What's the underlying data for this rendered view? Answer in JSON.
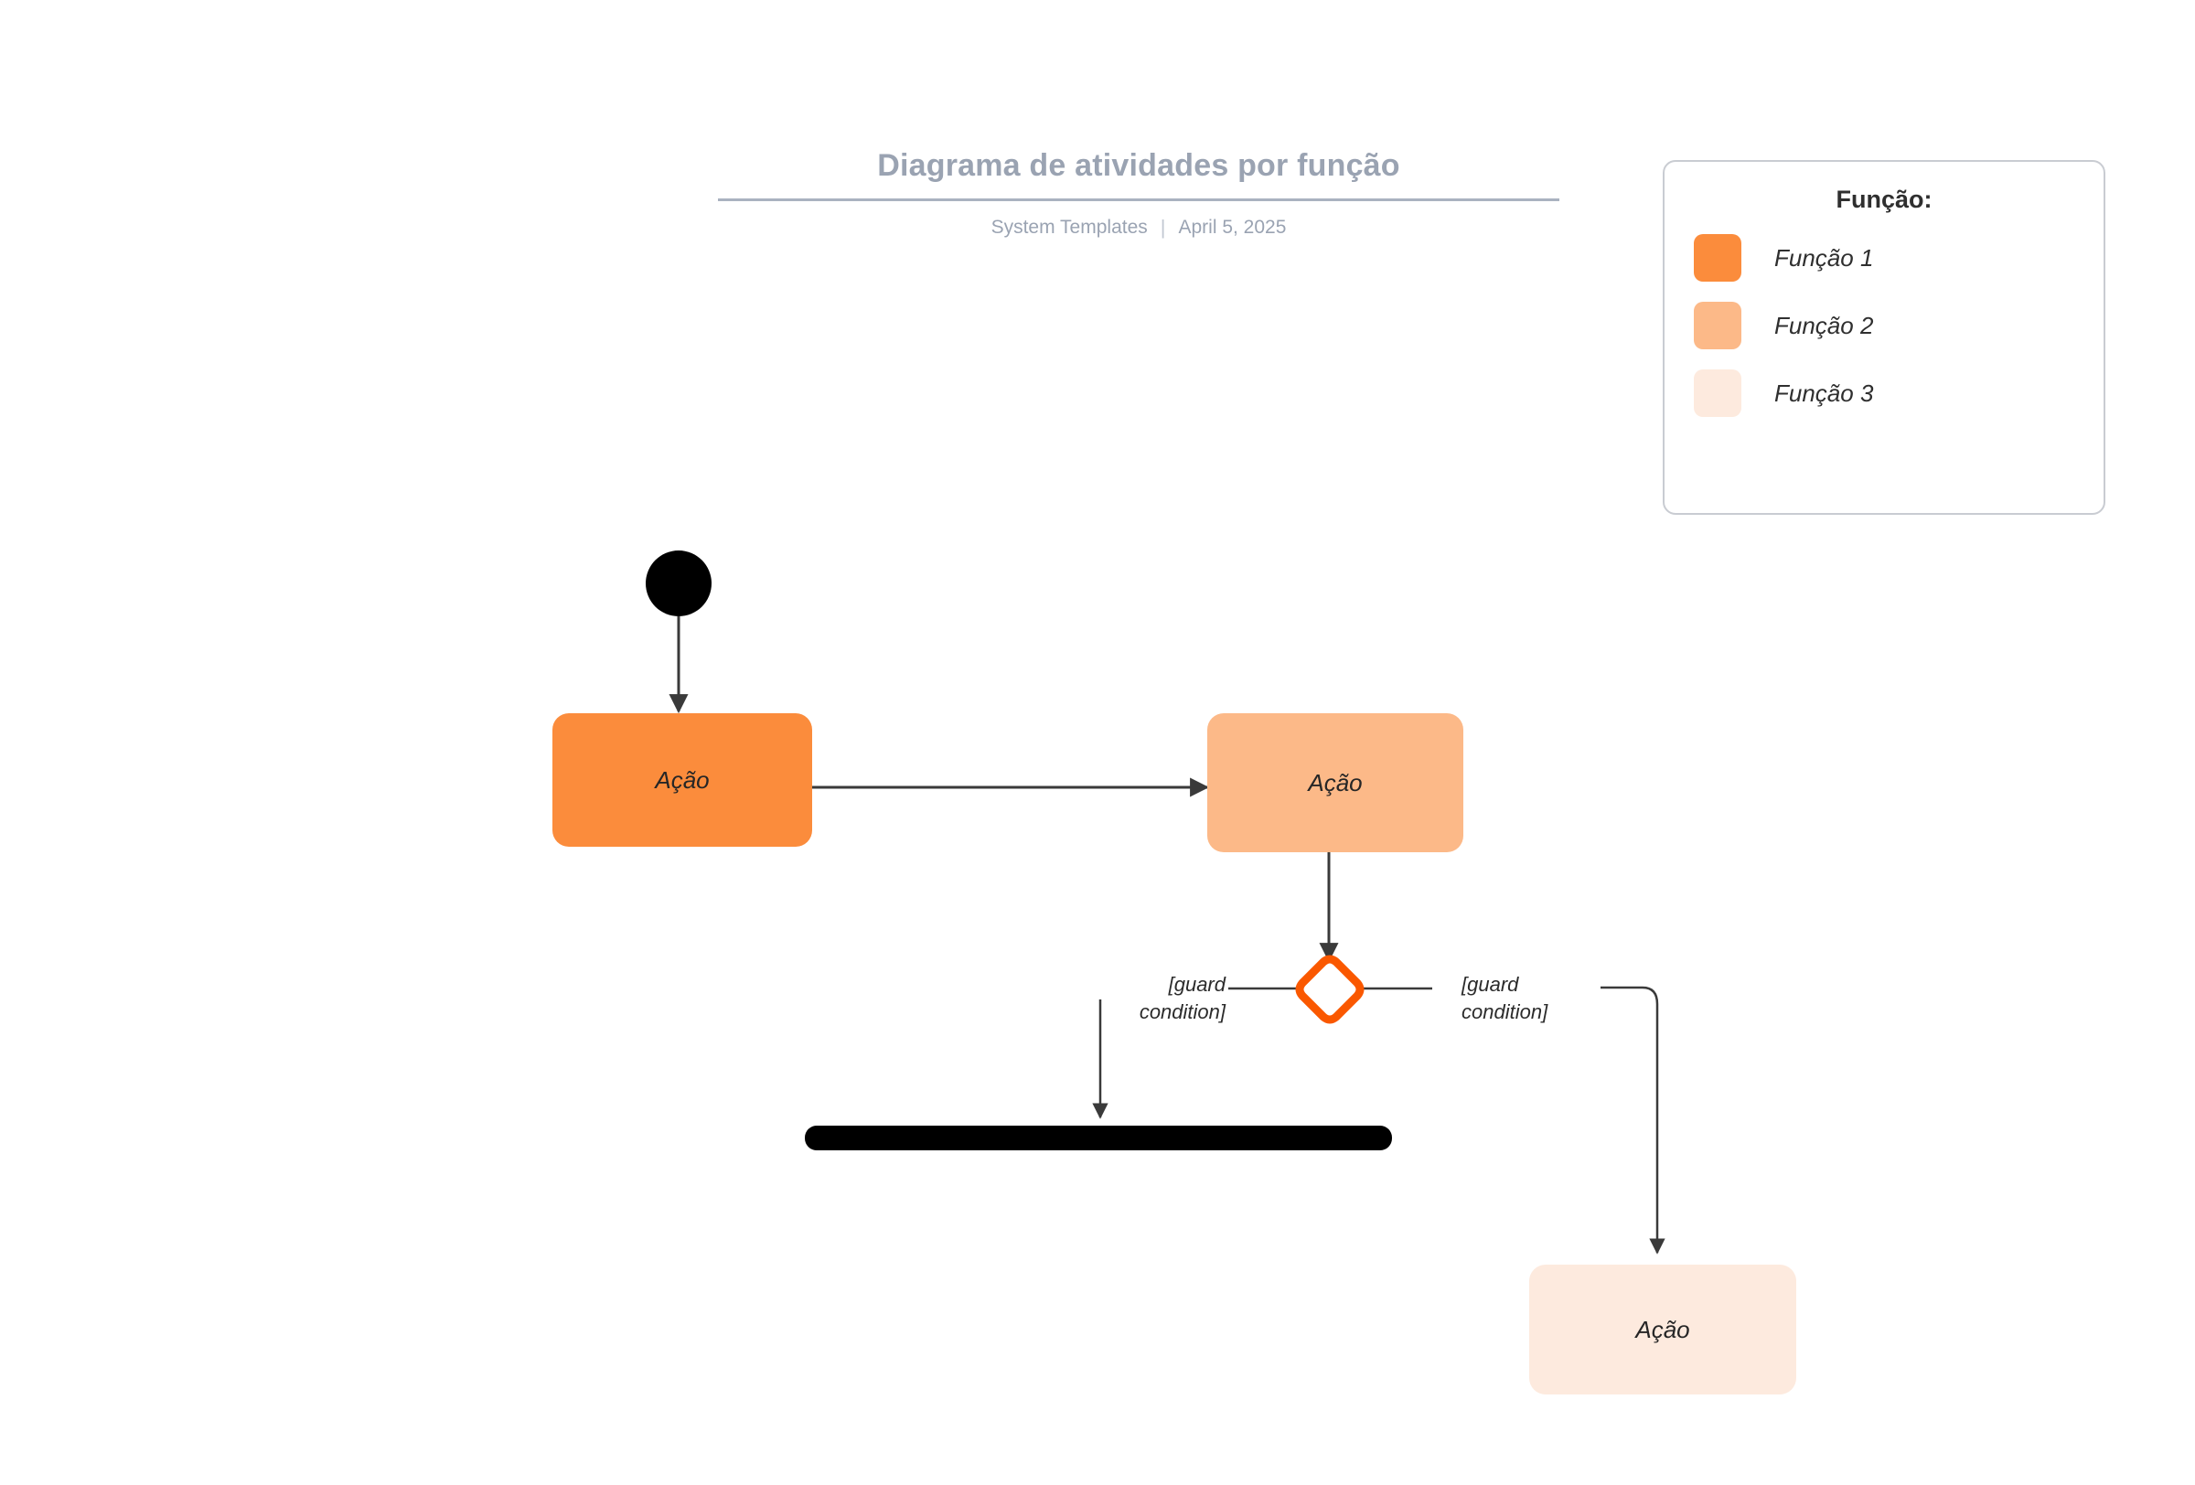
{
  "header": {
    "title": "Diagrama de atividades por função",
    "source": "System Templates",
    "separator": "|",
    "date": "April 5, 2025"
  },
  "legend": {
    "title": "Função:",
    "items": [
      {
        "label": "Função 1",
        "color": "#FB8C3C"
      },
      {
        "label": "Função 2",
        "color": "#FCB988"
      },
      {
        "label": "Função 3",
        "color": "#FDEADE"
      }
    ]
  },
  "colors": {
    "funcao_1": "#FB8C3C",
    "funcao_2": "#FCB988",
    "funcao_3": "#FDEADE",
    "decision_stroke": "#FA5800",
    "edge": "#3a3a3a",
    "initial_node": "#000000",
    "fork_bar": "#000000",
    "title_text": "#9AA3B2",
    "legend_border": "#C9CCD2"
  },
  "diagram": {
    "type": "uml-activity-diagram",
    "nodes": [
      {
        "id": "initial",
        "kind": "initial-node",
        "label": ""
      },
      {
        "id": "action-1",
        "kind": "action",
        "label": "Ação",
        "role": "Função 1"
      },
      {
        "id": "action-2",
        "kind": "action",
        "label": "Ação",
        "role": "Função 2"
      },
      {
        "id": "decision",
        "kind": "decision",
        "label": ""
      },
      {
        "id": "fork-bar",
        "kind": "fork-join-bar",
        "label": ""
      },
      {
        "id": "action-3",
        "kind": "action",
        "label": "Ação",
        "role": "Função 3"
      }
    ],
    "edges": [
      {
        "from": "initial",
        "to": "action-1",
        "label": ""
      },
      {
        "from": "action-1",
        "to": "action-2",
        "label": ""
      },
      {
        "from": "action-2",
        "to": "decision",
        "label": ""
      },
      {
        "from": "decision",
        "to": "fork-bar",
        "label": "[guard\ncondition]"
      },
      {
        "from": "decision",
        "to": "action-3",
        "label": "[guard\ncondition]"
      }
    ],
    "guards": {
      "left": "[guard\ncondition]",
      "right": "[guard\ncondition]"
    }
  }
}
